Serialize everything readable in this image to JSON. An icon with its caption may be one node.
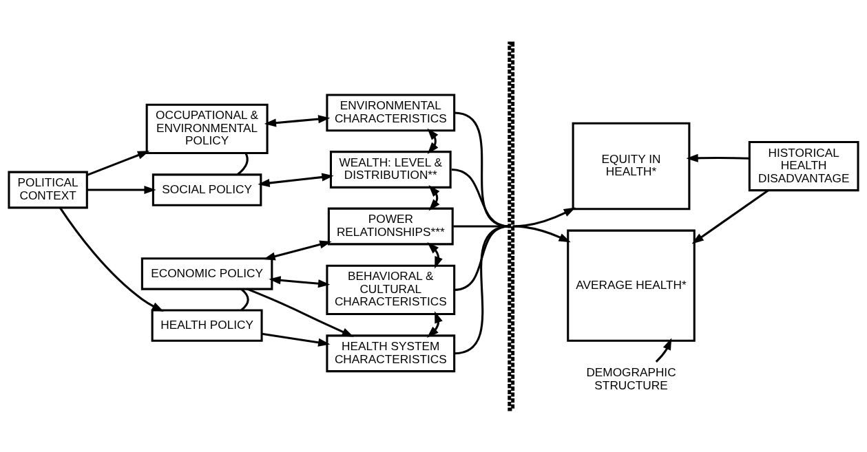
{
  "diagram": {
    "nodes": [
      {
        "text": [
          "POLITICAL CONTEXT"
        ]
      },
      {
        "text": [
          "OCCUPATIONAL & ENVIRONMENTAL POLICY"
        ]
      },
      {
        "text": [
          "SOCIAL POLICY"
        ]
      },
      {
        "text": [
          "ECONOMIC POLICY"
        ]
      },
      {
        "text": [
          "HEALTH POLICY"
        ]
      },
      {
        "text": [
          "ENVIRONMENTAL CHARACTERISTICS"
        ]
      },
      {
        "text": [
          "WEALTH: LEVEL & DISTRIBUTION**"
        ]
      },
      {
        "text": [
          "POWER RELATIONSHIPS***"
        ]
      },
      {
        "text": [
          "BEHAVIORAL & CULTURAL CHARACTERISTICS"
        ]
      },
      {
        "text": [
          "HEALTH SYSTEM CHARACTERISTICS"
        ]
      },
      {
        "text": [],
        "shape": "bar"
      },
      {
        "text": [
          "EQUITY IN HEALTH*"
        ]
      },
      {
        "text": [
          "AVERAGE HEALTH*"
        ]
      },
      {
        "text": [
          "HISTORICAL HEALTH DISADVANTAGE"
        ]
      },
      {
        "text": [
          "DEMOGRAPHIC STRUCTURE"
        ]
      }
    ],
    "edges": [
      {
        "from": 0,
        "to": 1,
        "arrow": "to"
      },
      {
        "from": 0,
        "to": 2,
        "arrow": "to"
      },
      {
        "from": 0,
        "to": 4,
        "arrow": "to"
      },
      {
        "from": 1,
        "to": 2,
        "arrow": "none"
      },
      {
        "from": 3,
        "to": 4,
        "arrow": "none"
      },
      {
        "from": 1,
        "to": 5,
        "arrow": "both"
      },
      {
        "from": 2,
        "to": 6,
        "arrow": "both"
      },
      {
        "from": 3,
        "to": 7,
        "arrow": "both"
      },
      {
        "from": 3,
        "to": 8,
        "arrow": "both"
      },
      {
        "from": 3,
        "to": 9,
        "arrow": "to"
      },
      {
        "from": 4,
        "to": 9,
        "arrow": "to"
      },
      {
        "from": 5,
        "to": 6,
        "arrow": "both"
      },
      {
        "from": 6,
        "to": 7,
        "arrow": "both"
      },
      {
        "from": 7,
        "to": 8,
        "arrow": "both"
      },
      {
        "from": 8,
        "to": 9,
        "arrow": "both"
      },
      {
        "from": 5,
        "to": 10,
        "arrow": "none"
      },
      {
        "from": 6,
        "to": 10,
        "arrow": "none"
      },
      {
        "from": 7,
        "to": 10,
        "arrow": "none"
      },
      {
        "from": 8,
        "to": 10,
        "arrow": "none"
      },
      {
        "from": 9,
        "to": 10,
        "arrow": "none"
      },
      {
        "from": 10,
        "to": 11,
        "arrow": "to"
      },
      {
        "from": 10,
        "to": 12,
        "arrow": "to"
      },
      {
        "from": 13,
        "to": 11,
        "arrow": "to"
      },
      {
        "from": 13,
        "to": 12,
        "arrow": "to"
      },
      {
        "from": 14,
        "to": 12,
        "arrow": "to"
      }
    ]
  }
}
